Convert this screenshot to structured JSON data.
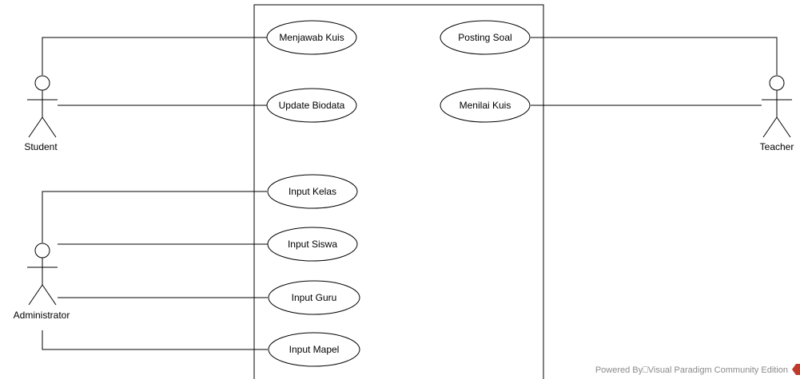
{
  "actors": {
    "student": "Student",
    "teacher": "Teacher",
    "administrator": "Administrator"
  },
  "use_cases": {
    "menjawab_kuis": "Menjawab Kuis",
    "update_biodata": "Update Biodata",
    "posting_soal": "Posting Soal",
    "menilai_kuis": "Menilai Kuis",
    "input_kelas": "Input Kelas",
    "input_siswa": "Input Siswa",
    "input_guru": "Input Guru",
    "input_mapel": "Input Mapel"
  },
  "watermark": {
    "text": "Powered By⎕Visual Paradigm Community Edition"
  },
  "colors": {
    "line": "#000000",
    "background": "#ffffff",
    "watermark": "#8a8a8a",
    "logo": "#c0392b"
  }
}
